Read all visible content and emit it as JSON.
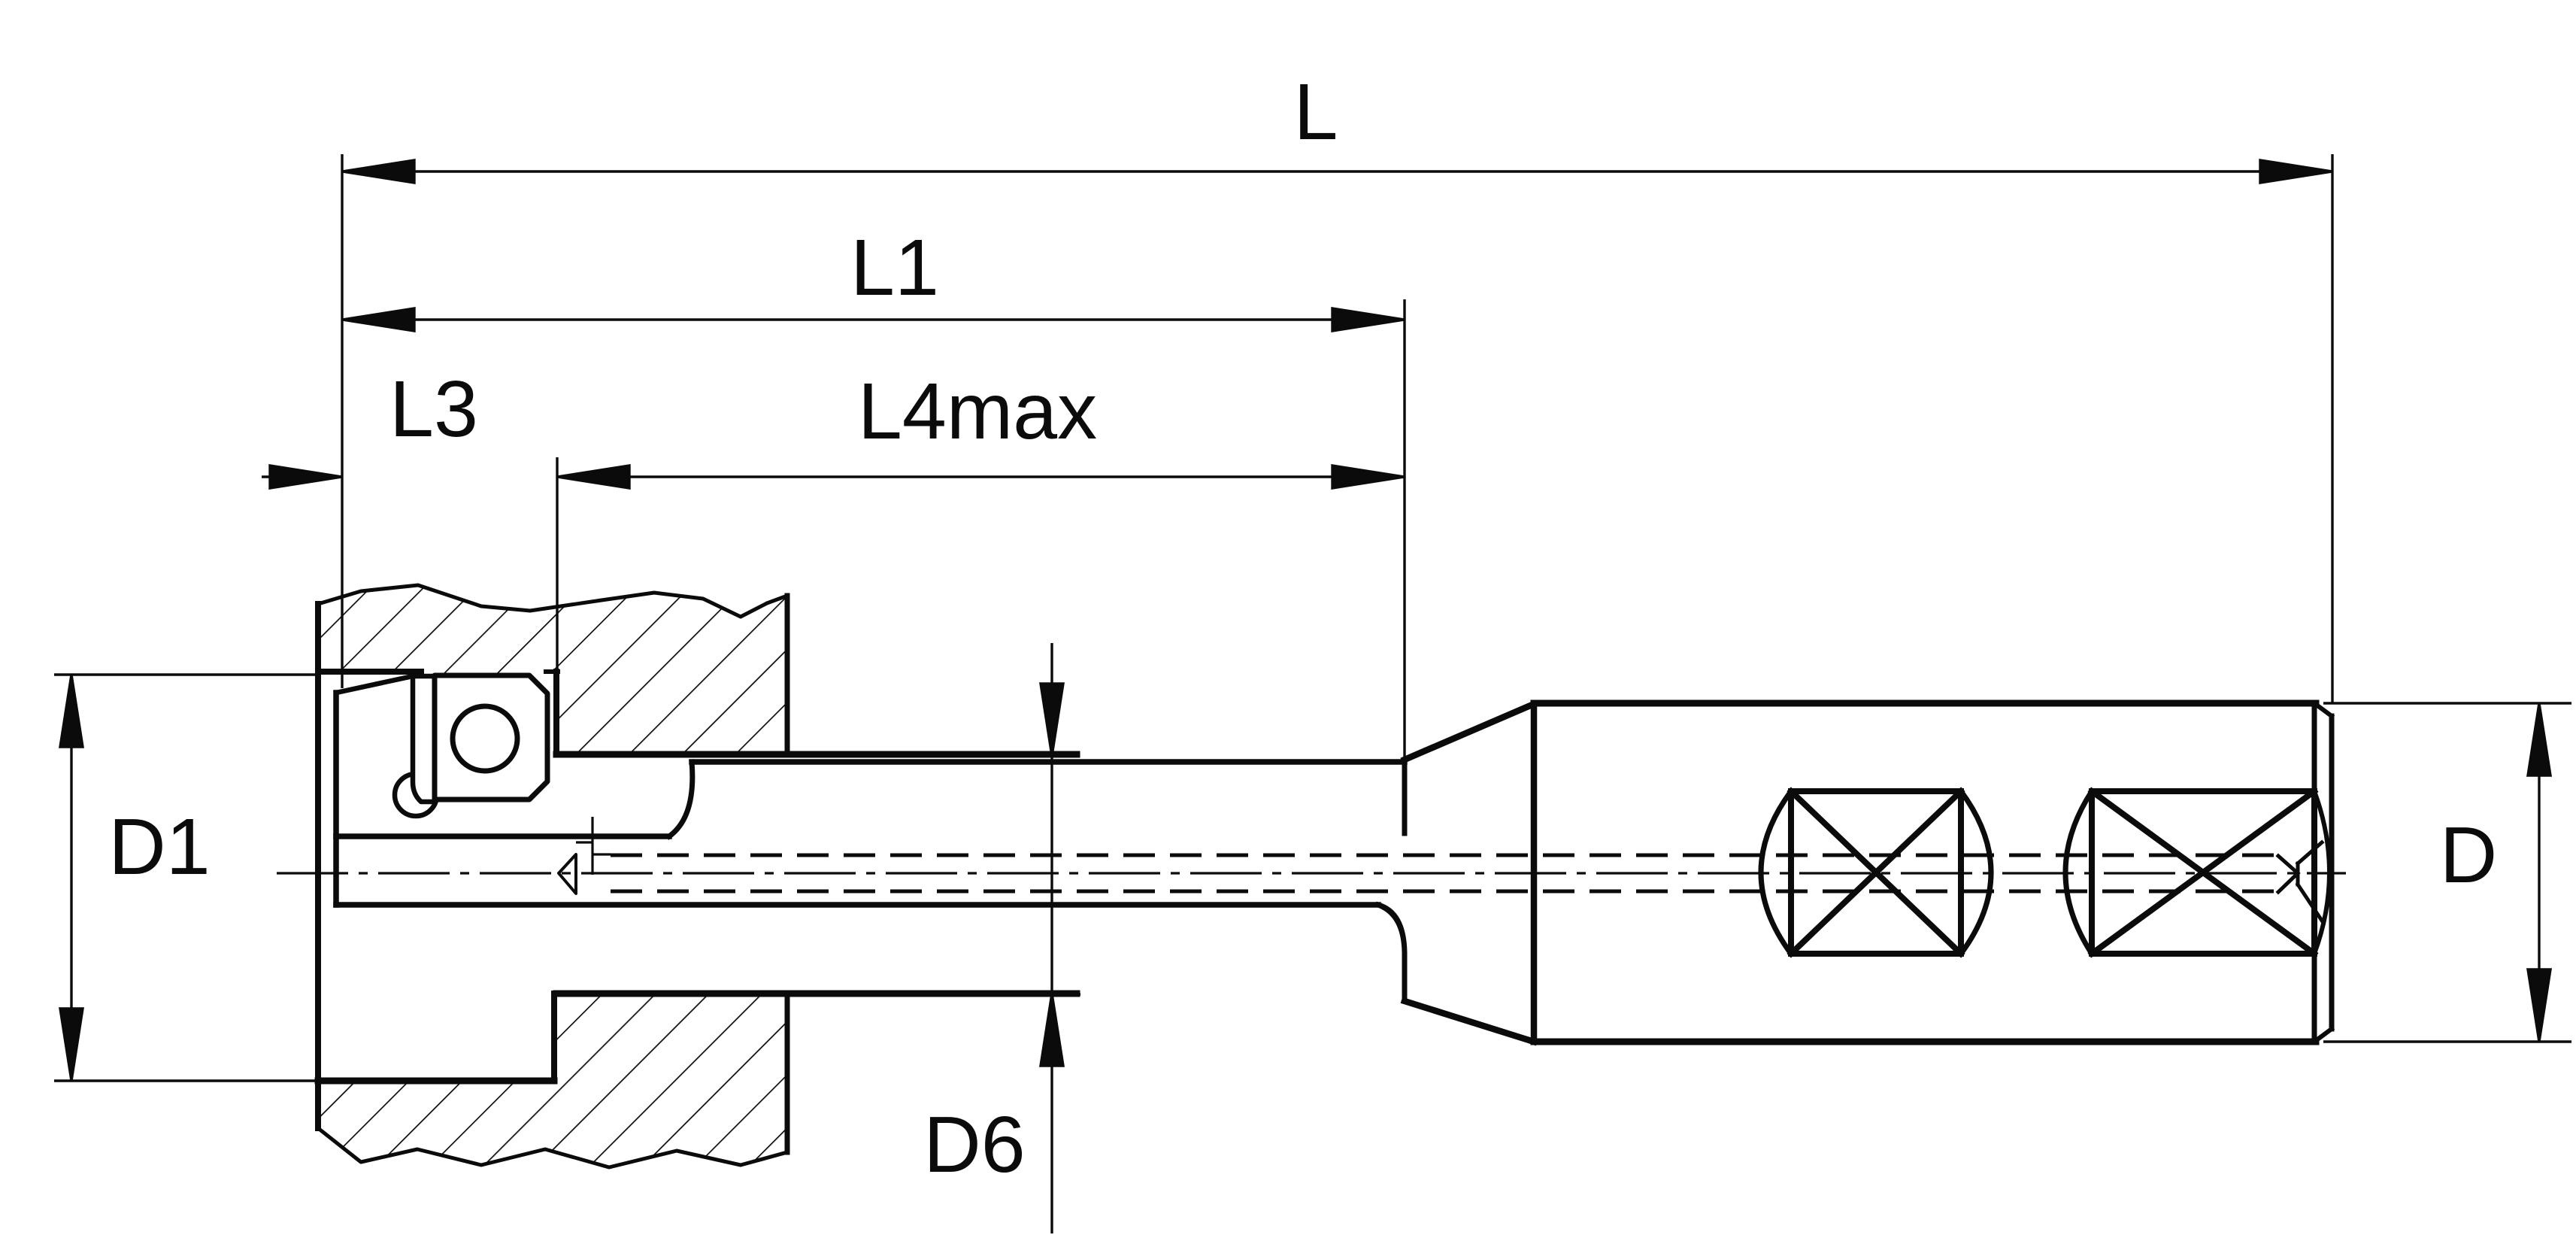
{
  "drawing": {
    "type": "engineering-dimension-drawing",
    "subject": "counterbore tool with indexable insert shown in sectioned workpiece, bar shank, taper and holder body with two cross screw holes",
    "colors": {
      "line": "#0b0b0b",
      "background": "#ffffff"
    }
  },
  "dimensions": {
    "l": {
      "label": "L"
    },
    "l1": {
      "label": "L1"
    },
    "l3": {
      "label": "L3"
    },
    "l4max": {
      "label": "L4max"
    },
    "d1": {
      "label": "D1"
    },
    "d6": {
      "label": "D6"
    },
    "d": {
      "label": "D"
    }
  }
}
